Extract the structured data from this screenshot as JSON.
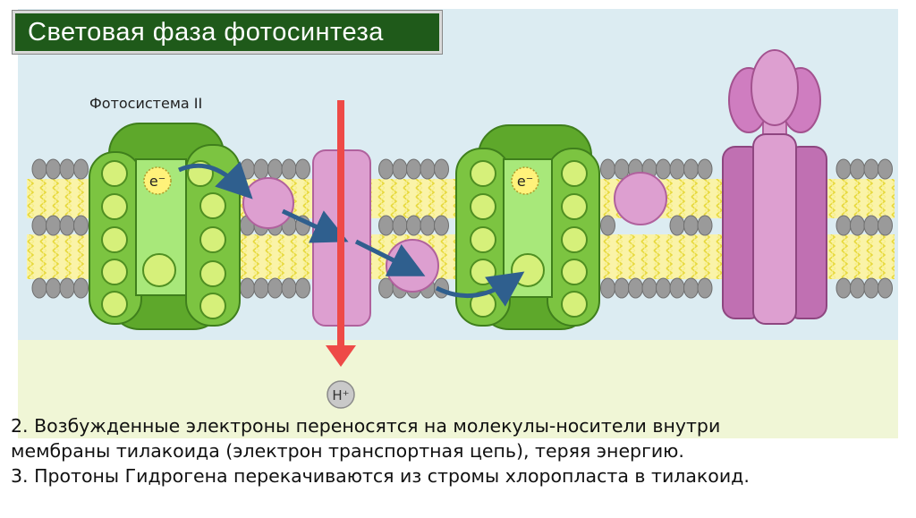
{
  "title": "Световая фаза фотосинтеза",
  "photosystem_label": "Фотосистема II",
  "electron_label": "e⁻",
  "proton_label": "H⁺",
  "caption": {
    "line1": "2. Возбужденные электроны переносятся на молекулы-носители внутри",
    "line2": "мембраны тилакоида (электрон транспортная цепь), теряя энергию.",
    "line3": "3. Протоны Гидрогена перекачиваются из стромы хлоропласта в тилакоид."
  },
  "colors": {
    "lumen": "#dcecf2",
    "stroma": "#f0f6d6",
    "phospholipid_head": "#9a9a9a",
    "lipid_tail": "#f3ea6a",
    "photosystem_dark": "#66b82f",
    "photosystem_light": "#a8df66",
    "pigment": "#d6f07a",
    "carrier": "#dd9fd0",
    "carrier_dark": "#b0619d",
    "proton_arrow": "#ee4a47",
    "electron_arrow": "#2f5f8e"
  }
}
